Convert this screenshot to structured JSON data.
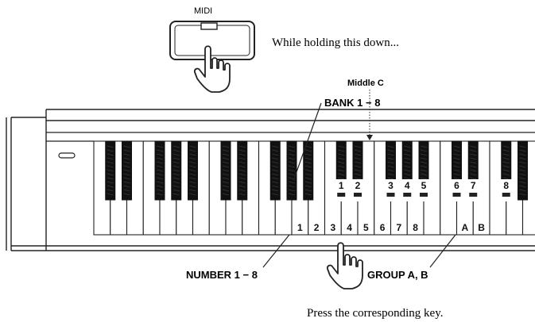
{
  "midi_button": {
    "label": "MIDI"
  },
  "captions": {
    "hold": "While holding this down...",
    "press": "Press the corresponding key."
  },
  "callouts": {
    "middle_c": "Middle C",
    "bank": "BANK 1 − 8",
    "number": "NUMBER 1 − 8",
    "group": "GROUP A, B"
  },
  "bank_keys": [
    "1",
    "2",
    "3",
    "4",
    "5",
    "6",
    "7",
    "8"
  ],
  "number_keys": [
    "1",
    "2",
    "3",
    "4",
    "5",
    "6",
    "7",
    "8"
  ],
  "group_keys": [
    "A",
    "B"
  ],
  "icons": {
    "finger_press": "pointing-hand-icon"
  }
}
